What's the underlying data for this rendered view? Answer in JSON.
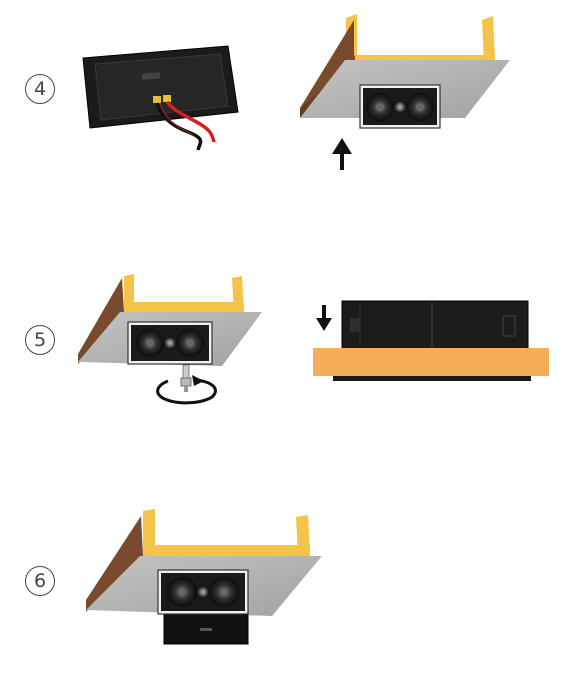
{
  "steps": [
    {
      "label": "4"
    },
    {
      "label": "5"
    },
    {
      "label": "6"
    }
  ],
  "colors": {
    "wood": "#f5c24a",
    "board": "#b3b3b3",
    "board_edge": "#7a4a2c",
    "speaker_frame": "#1a1a1a",
    "back_box": "#1f1f1f",
    "ceiling": "#f4ae5a",
    "wire_red": "#d42020",
    "wire_black": "#111111"
  },
  "icons": [
    "up-arrow-icon",
    "down-arrow-icon",
    "rotate-arrow-icon",
    "screw-icon"
  ]
}
